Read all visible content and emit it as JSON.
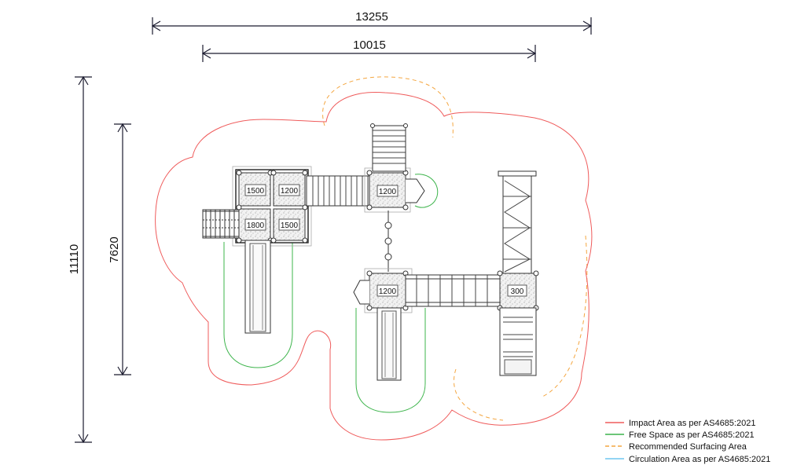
{
  "dimensions": {
    "overall_width": "13255",
    "inner_width": "10015",
    "overall_depth": "11110",
    "inner_depth": "7620"
  },
  "decks": [
    {
      "id": "deck-a",
      "label": "1500"
    },
    {
      "id": "deck-b",
      "label": "1200"
    },
    {
      "id": "deck-c",
      "label": "1800"
    },
    {
      "id": "deck-d",
      "label": "1500"
    },
    {
      "id": "deck-e",
      "label": "1200"
    },
    {
      "id": "deck-f",
      "label": "1200"
    },
    {
      "id": "deck-g",
      "label": "300"
    }
  ],
  "legend": {
    "items": [
      {
        "label": "Impact Area as per AS4685:2021",
        "color": "#ef5b5b",
        "style": "solid"
      },
      {
        "label": "Free Space as per AS4685:2021",
        "color": "#3cb44b",
        "style": "solid"
      },
      {
        "label": "Recommended Surfacing Area",
        "color": "#f4a640",
        "style": "dashed"
      },
      {
        "label": "Circulation Area as per AS4685:2021",
        "color": "#6ec6f0",
        "style": "solid"
      }
    ]
  },
  "colors": {
    "impact": "#ef5b5b",
    "free_space": "#3cb44b",
    "surfacing": "#f4a640",
    "circulation": "#6ec6f0",
    "structure": "#333333",
    "dimension": "#1a1a2e"
  }
}
